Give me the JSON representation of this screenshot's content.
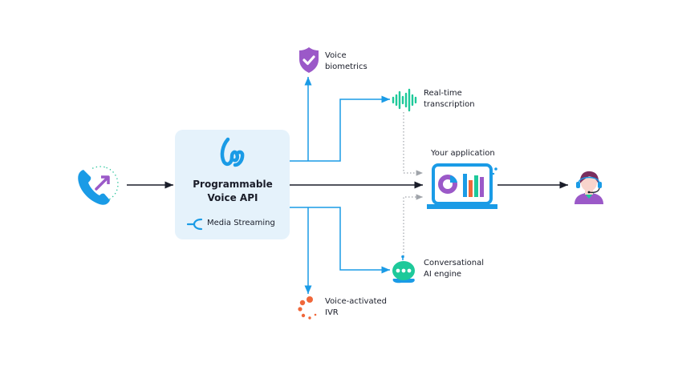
{
  "diagram": {
    "caller": {
      "icon": "phone-outgoing-icon"
    },
    "api": {
      "logo": "twilio-voice-logo-icon",
      "title_line1": "Programmable",
      "title_line2": "Voice API",
      "feature_icon": "media-streaming-icon",
      "feature_label": "Media Streaming"
    },
    "outputs": [
      {
        "id": "voice-biometrics",
        "icon": "shield-check-icon",
        "line1": "Voice",
        "line2": "biometrics"
      },
      {
        "id": "real-time-transcription",
        "icon": "soundwave-icon",
        "line1": "Real-time",
        "line2": "transcription"
      },
      {
        "id": "your-application",
        "icon": "laptop-dashboard-icon",
        "line1": "Your application"
      },
      {
        "id": "conversational-ai",
        "icon": "chat-bot-icon",
        "line1": "Conversational",
        "line2": "AI engine"
      },
      {
        "id": "voice-activated-ivr",
        "icon": "loading-dots-icon",
        "line1": "Voice-activated",
        "line2": "IVR"
      }
    ],
    "agent": {
      "icon": "support-agent-icon"
    },
    "colors": {
      "blue": "#1a9be6",
      "purple": "#9b59c8",
      "green": "#1ec99a",
      "orange": "#f0673a",
      "box_bg": "#e5f2fb",
      "dark": "#1a1d29",
      "dotted": "#9aa0a6"
    }
  }
}
